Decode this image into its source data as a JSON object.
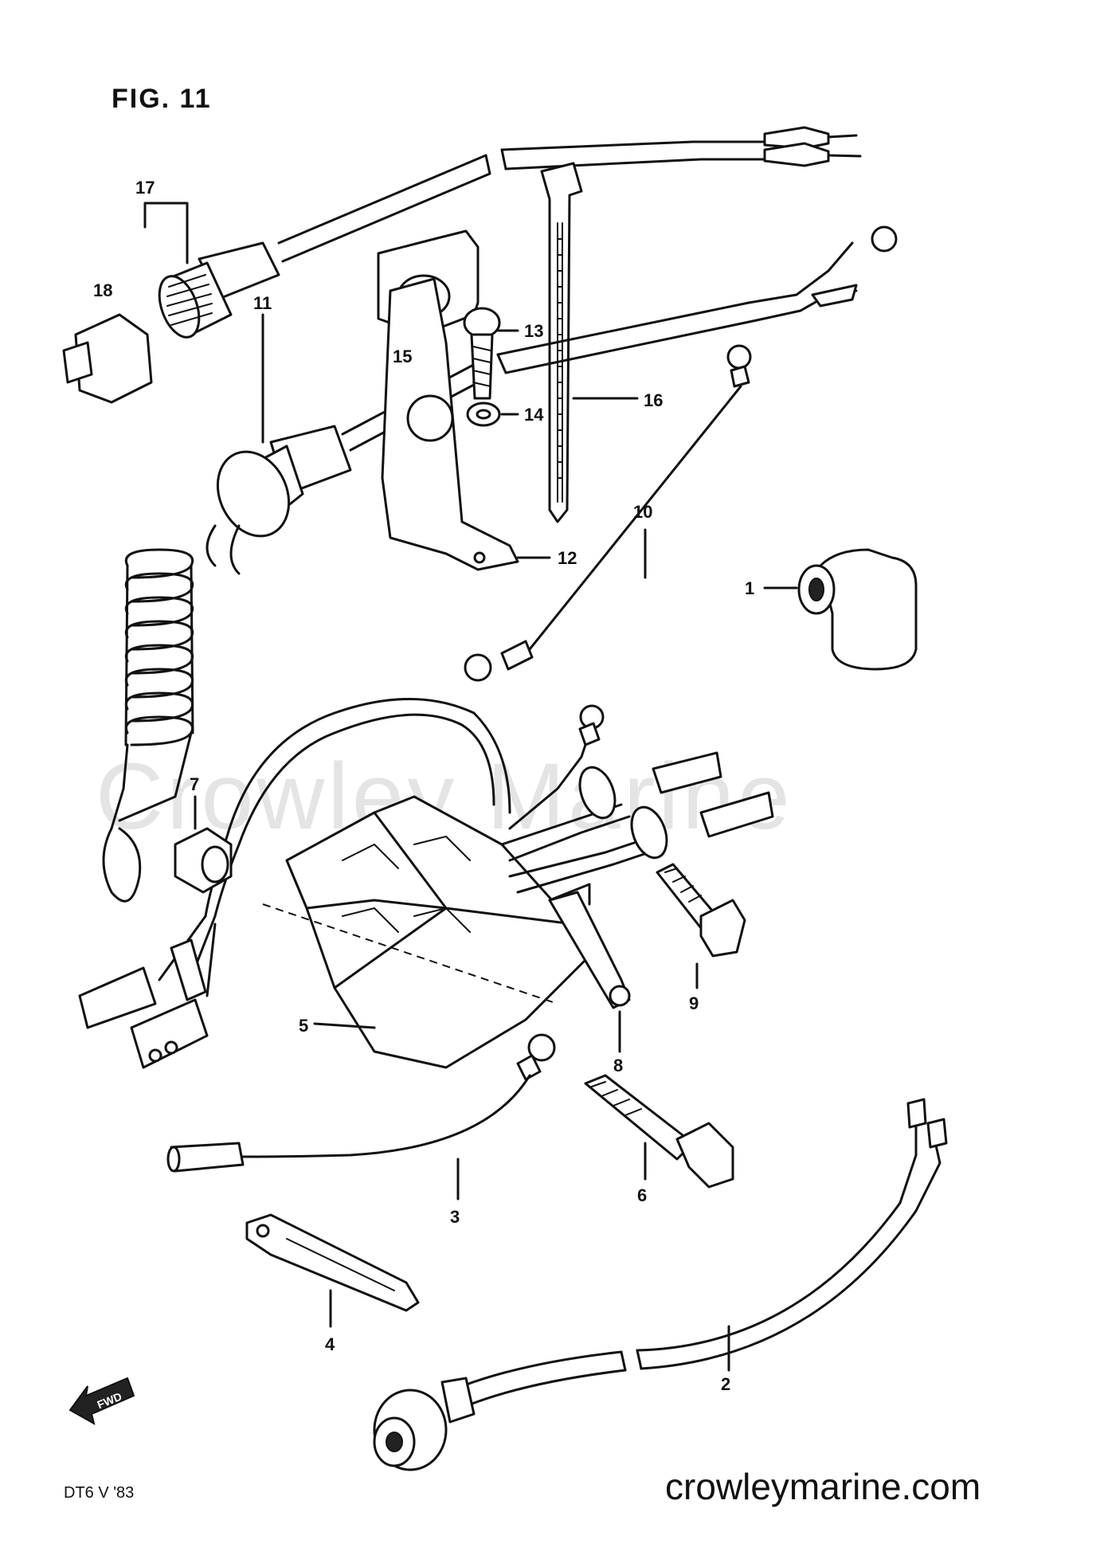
{
  "figure": {
    "title": "FIG. 11",
    "code": "DT6 V '83"
  },
  "watermark": "Crowley Marine",
  "website": "crowleymarine.com",
  "fwd_label": "FWD",
  "callouts": [
    {
      "id": "1",
      "label": "1"
    },
    {
      "id": "2",
      "label": "2"
    },
    {
      "id": "3",
      "label": "3"
    },
    {
      "id": "4",
      "label": "4"
    },
    {
      "id": "5",
      "label": "5"
    },
    {
      "id": "6",
      "label": "6"
    },
    {
      "id": "7",
      "label": "7"
    },
    {
      "id": "8",
      "label": "8"
    },
    {
      "id": "9",
      "label": "9"
    },
    {
      "id": "10",
      "label": "10"
    },
    {
      "id": "11",
      "label": "11"
    },
    {
      "id": "12",
      "label": "12"
    },
    {
      "id": "13",
      "label": "13"
    },
    {
      "id": "14",
      "label": "14"
    },
    {
      "id": "15",
      "label": "15"
    },
    {
      "id": "16",
      "label": "16"
    },
    {
      "id": "17",
      "label": "17"
    },
    {
      "id": "18",
      "label": "18"
    }
  ]
}
